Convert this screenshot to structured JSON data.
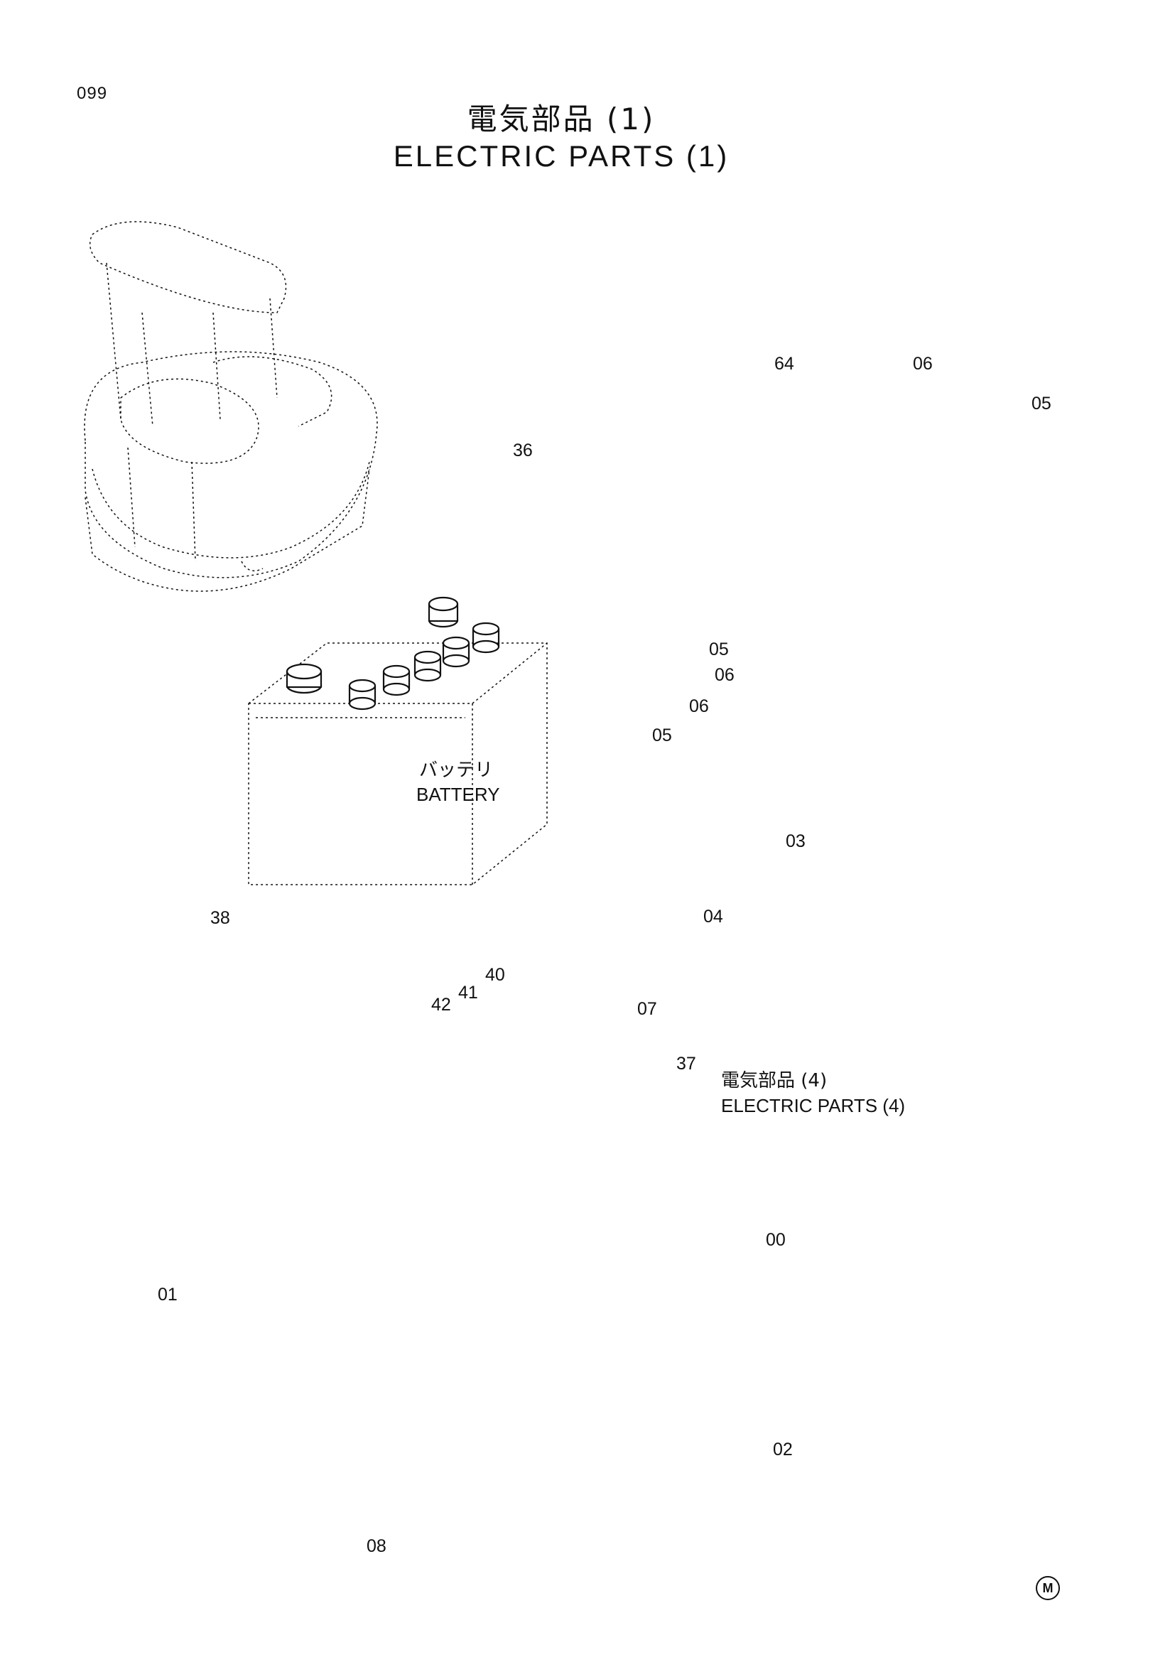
{
  "page": {
    "number": "099"
  },
  "title": {
    "jp": "電気部品 (1)",
    "en": "ELECTRIC PARTS (1)"
  },
  "battery_label": {
    "jp": "バッテリ",
    "en": "BATTERY"
  },
  "sub_reference": {
    "jp": "電気部品 (4)",
    "en": "ELECTRIC PARTS (4)"
  },
  "part_labels": {
    "p64": "64",
    "p06a": "06",
    "p05a": "05",
    "p36": "36",
    "p05b": "05",
    "p06b": "06",
    "p06c": "06",
    "p05c": "05",
    "p03": "03",
    "p04": "04",
    "p38": "38",
    "p42": "42",
    "p41": "41",
    "p40": "40",
    "p07": "07",
    "p37": "37",
    "p00": "00",
    "p01": "01",
    "p02": "02",
    "p08": "08"
  },
  "maker_mark": "M"
}
